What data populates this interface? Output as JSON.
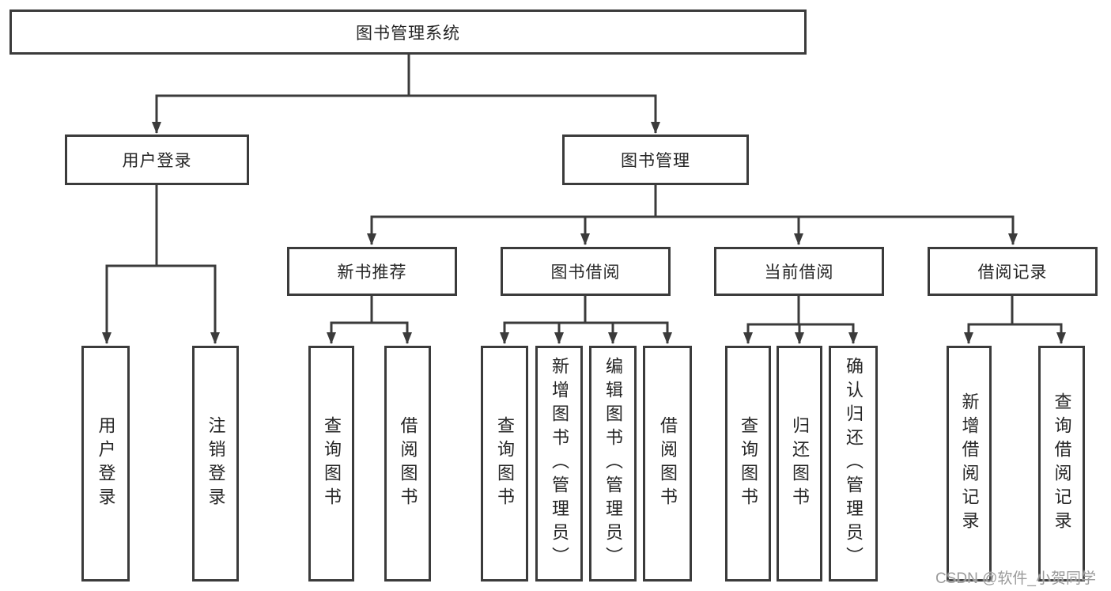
{
  "diagram": {
    "root": "图书管理系统",
    "level2": {
      "user_login": "用户登录",
      "book_mgmt": "图书管理"
    },
    "level3": {
      "new_books": "新书推荐",
      "book_borrow": "图书借阅",
      "current_borrow": "当前借阅",
      "borrow_records": "借阅记录"
    },
    "leaves": {
      "user_login": [
        "用户登录",
        "注销登录"
      ],
      "new_books": [
        "查询图书",
        "借阅图书"
      ],
      "book_borrow": [
        "查询图书",
        "新增图书（管理员）",
        "编辑图书（管理员）",
        "借阅图书"
      ],
      "current_borrow": [
        "查询图书",
        "归还图书",
        "确认归还（管理员）"
      ],
      "borrow_records": [
        "新增借阅记录",
        "查询借阅记录"
      ]
    }
  },
  "watermark": "CSDN @软件_小贺同学",
  "colors": {
    "line": "#3b3b3b",
    "text": "#262626",
    "watermark": "#9b9b9b",
    "background": "#ffffff"
  }
}
